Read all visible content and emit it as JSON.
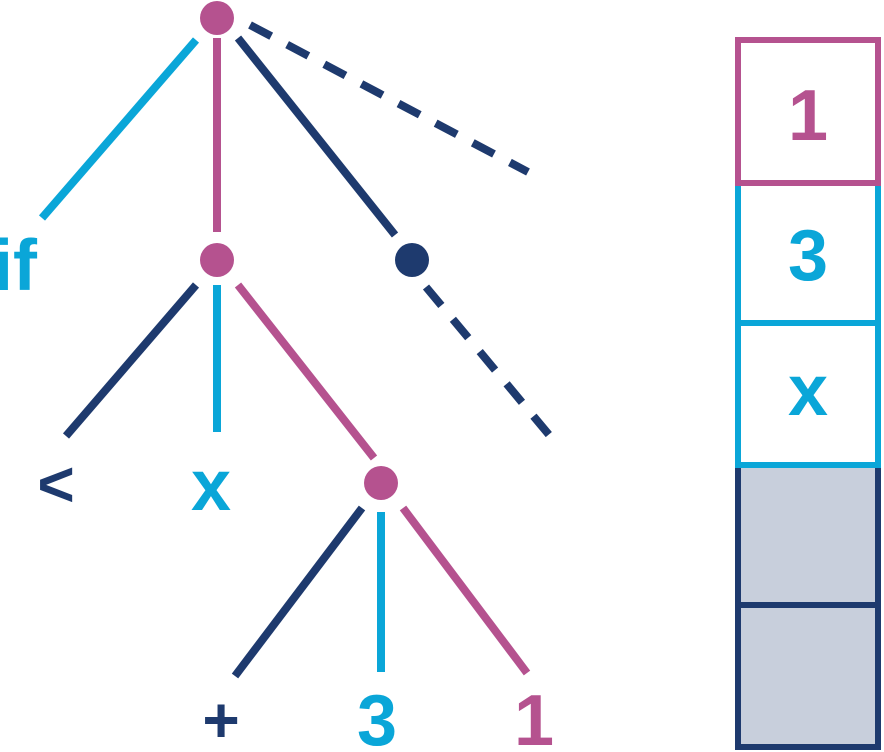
{
  "colors": {
    "magenta": "#b5528f",
    "cyan": "#0aa6d8",
    "navy": "#1e3a6e",
    "stack_fill": "#c8cfdc"
  },
  "tree": {
    "root_label": "",
    "leaves": {
      "if": "if",
      "lt": "<",
      "x": "x",
      "plus": "+",
      "three": "3",
      "one": "1"
    }
  },
  "stack": {
    "cells": [
      {
        "label": "1",
        "color": "magenta"
      },
      {
        "label": "3",
        "color": "cyan"
      },
      {
        "label": "x",
        "color": "cyan"
      },
      {
        "label": "",
        "color": "navy"
      },
      {
        "label": "",
        "color": "navy"
      }
    ]
  }
}
